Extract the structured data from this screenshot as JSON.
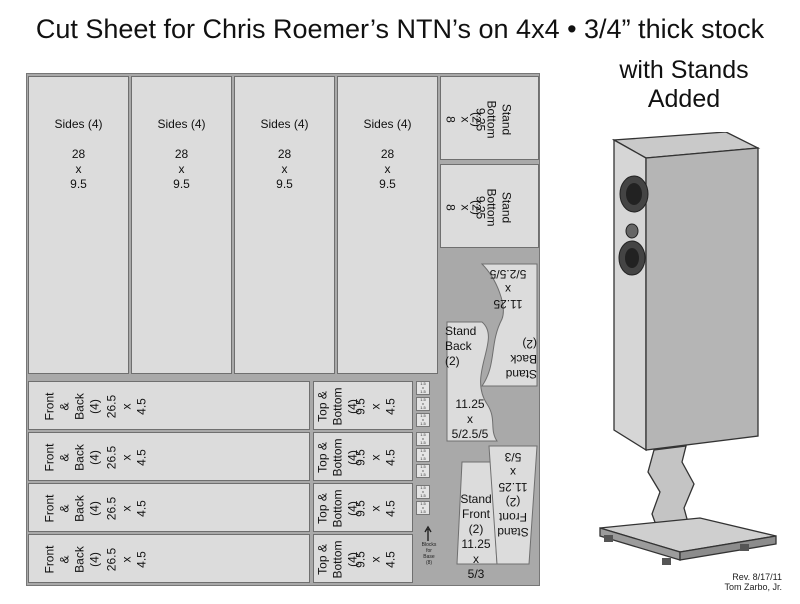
{
  "title": "Cut Sheet for Chris Roemer’s NTN’s on 4x4 • 3/4” thick stock",
  "subtitle_line1": "with Stands",
  "subtitle_line2": "Added",
  "pieces": {
    "sides": {
      "name": "Sides (4)",
      "l": "28",
      "x": "x",
      "w": "9.5"
    },
    "stand_bottom": {
      "line1": "Stand",
      "line2": "Bottom",
      "line3": "(2)",
      "l": "9.25",
      "x": "x",
      "w": "8"
    },
    "front_back": {
      "line1": "Front",
      "line2": "&",
      "line3": "Back",
      "line4": "(4)",
      "l": "26.5",
      "x": "x",
      "w": "4.5"
    },
    "top_bottom": {
      "line1": "Top &",
      "line2": "Bottom",
      "line3": "(4)",
      "l": "9.5",
      "x": "x",
      "w": "4.5"
    },
    "stand_back": {
      "line1": "Stand",
      "line2": "Back",
      "line3": "(2)",
      "l": "11.25",
      "x": "x",
      "w": "5/2.5/5"
    },
    "stand_front": {
      "line1": "Stand",
      "line2": "Front",
      "line3": "(2)",
      "l": "11.25",
      "x": "x",
      "w": "5/3"
    },
    "block": {
      "l": "1.5",
      "x": "x",
      "w": "1.5"
    }
  },
  "blocks_note": {
    "line1": "Blocks",
    "line2": "for",
    "line3": "Base",
    "line4": "(8)"
  },
  "revision": {
    "line1": "Rev. 8/17/11",
    "line2": "Tom Zarbo, Jr."
  },
  "colors": {
    "sheet": "#a9a9a9",
    "piece": "#dcdcdc",
    "edge": "#6f6f6f"
  }
}
